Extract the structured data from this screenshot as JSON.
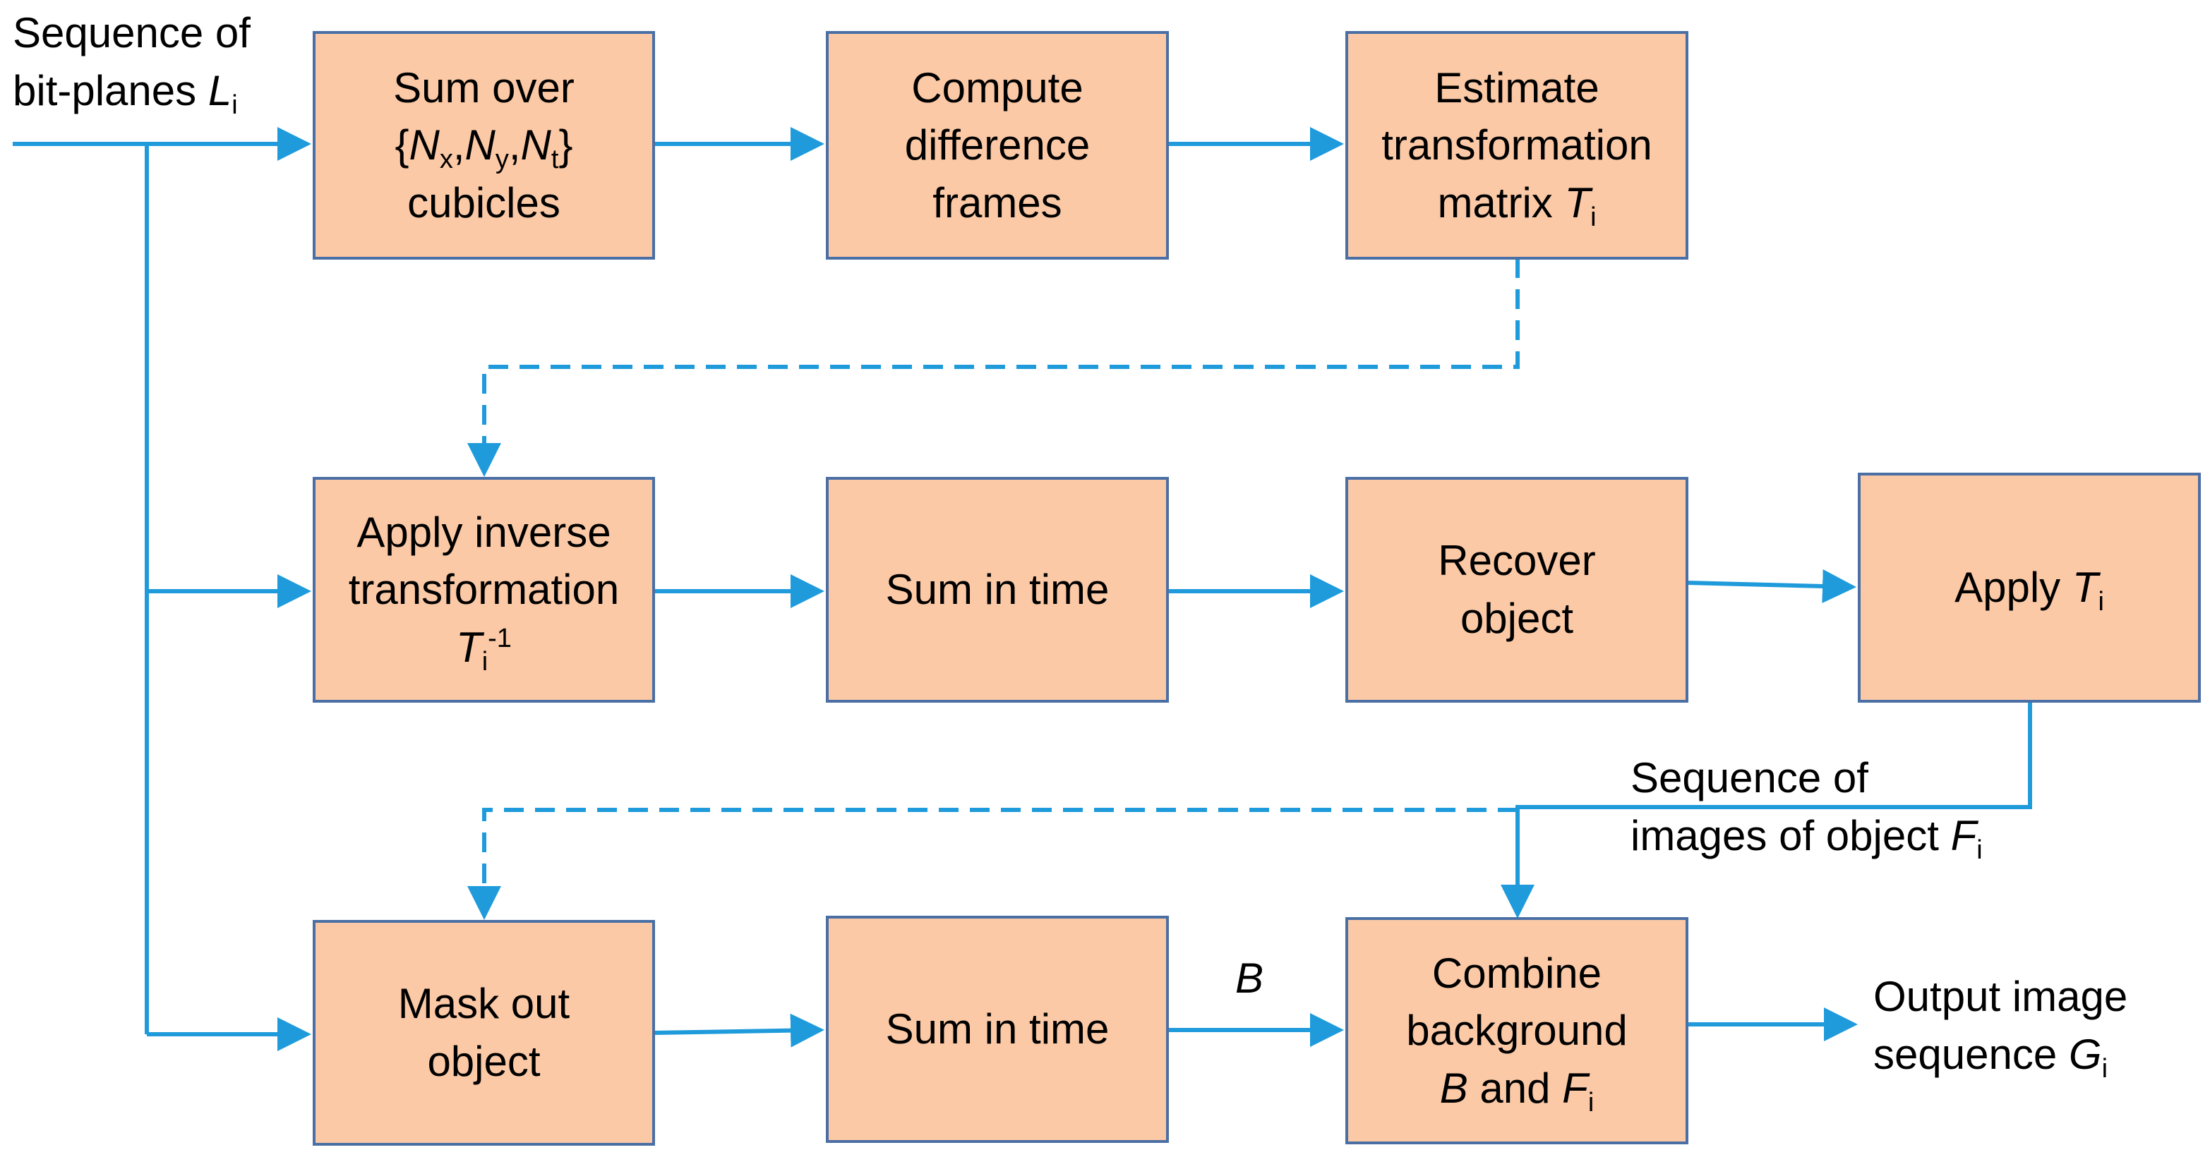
{
  "colors": {
    "box_fill": "#FBC9A6",
    "box_border": "#4A6FA5",
    "arrow": "#1F9BDB"
  },
  "input_label": {
    "line1": "Sequence of",
    "line2_text": "bit-planes ",
    "line2_var": "L",
    "line2_sub": "i"
  },
  "boxes": {
    "sum_over": {
      "line1": "Sum over",
      "brace_open": "{",
      "n1": "N",
      "s1": "x",
      "comma1": ",",
      "n2": "N",
      "s2": "y",
      "comma2": ",",
      "n3": "N",
      "s3": "t",
      "brace_close": "}",
      "line3": "cubicles"
    },
    "compute_diff": {
      "line1": "Compute",
      "line2": "difference",
      "line3": "frames"
    },
    "estimate": {
      "line1": "Estimate",
      "line2": "transformation",
      "line3_text": "matrix ",
      "line3_var": "T",
      "line3_sub": "i"
    },
    "apply_inverse": {
      "line1": "Apply inverse",
      "line2": "transformation",
      "var": "T",
      "sub": "i",
      "sup": "-1"
    },
    "sum_time_1": {
      "line1": "Sum in time"
    },
    "recover": {
      "line1": "Recover",
      "line2": "object"
    },
    "apply_t": {
      "text": "Apply ",
      "var": "T",
      "sub": "i"
    },
    "mask_out": {
      "line1": "Mask out",
      "line2": "object"
    },
    "sum_time_2": {
      "line1": "Sum in time"
    },
    "combine": {
      "line1": "Combine",
      "line2": "background",
      "line3_var1": "B",
      "line3_text": " and ",
      "line3_var2": "F",
      "line3_sub": "i"
    }
  },
  "labels": {
    "b_label": "B",
    "sequence_images": {
      "line1": "Sequence of",
      "line2_text": "images of object ",
      "line2_var": "F",
      "line2_sub": "i"
    },
    "output": {
      "line1": "Output image",
      "line2_text": "sequence ",
      "line2_var": "G",
      "line2_sub": "i"
    }
  }
}
